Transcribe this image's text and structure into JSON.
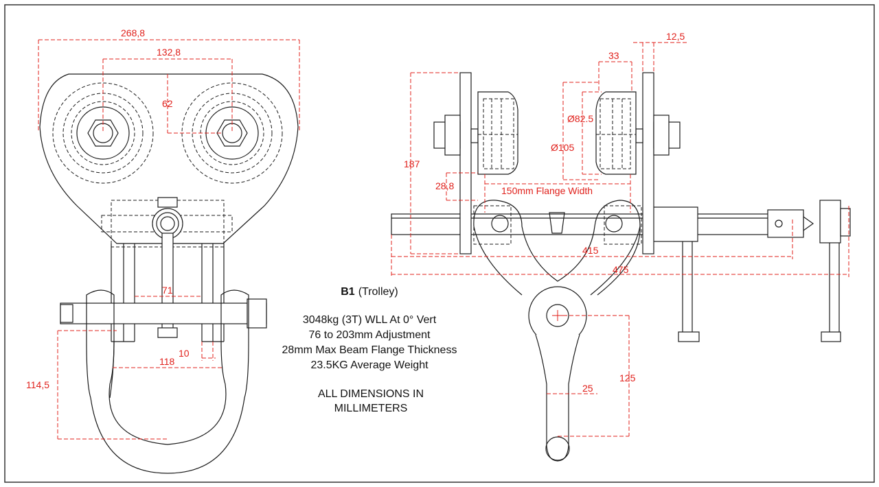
{
  "dimensions": {
    "overall_width": "268,8",
    "wheel_centres": "132,8",
    "wheel_offset": "62",
    "plate_gap": "71",
    "pin_gap": "118",
    "plate_thickness": "10",
    "shackle_height": "114,5",
    "side_height": "187",
    "flange_max": "28,8",
    "flange_width": "150mm Flange Width",
    "width_415": "415",
    "width_475": "475",
    "wheel_width": "33",
    "plate_t": "12,5",
    "tread_dia": "Ø82.5",
    "wheel_dia": "Ø105",
    "eye_drop": "125",
    "eye_width": "25"
  },
  "spec": {
    "code": "B1",
    "name": "(Trolley)",
    "lines": [
      "3048kg (3T) WLL At 0° Vert",
      "76 to 203mm Adjustment",
      "28mm Max Beam Flange Thickness",
      "23.5KG Average Weight"
    ],
    "units_note": [
      "ALL DIMENSIONS IN",
      "MILLIMETERS"
    ]
  },
  "colors": {
    "dimension": "#e0201b",
    "line": "#1a1a1a",
    "frame": "#333333"
  }
}
